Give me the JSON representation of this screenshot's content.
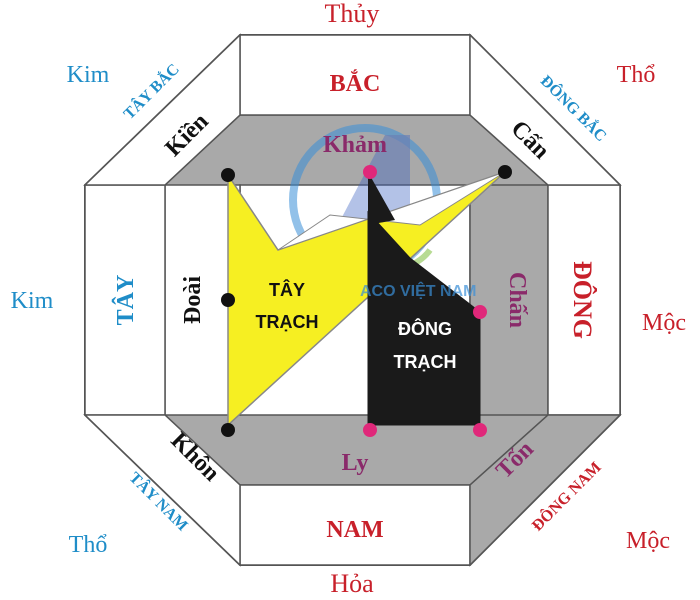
{
  "elements": {
    "fire": "Hỏa",
    "water": "Thủy",
    "metal_west": "Kim",
    "metal_northwest": "Kim",
    "earth_northeast": "Thổ",
    "earth_southwest": "Thổ",
    "wood_east": "Mộc",
    "wood_southeast": "Mộc"
  },
  "directions": {
    "north": "BẮC",
    "south": "NAM",
    "east": "ĐÔNG",
    "west": "TÂY",
    "northwest": "TÂY BẮC",
    "northeast": "ĐÔNG BẮC",
    "southwest": "TÂY NAM",
    "southeast": "ĐÔNG NAM"
  },
  "trigrams": {
    "kham": "Khảm",
    "can": "Cấn",
    "kien": "Kiền",
    "doai": "Đoài",
    "khon": "Khôn",
    "ly": "Ly",
    "ton": "Tốn",
    "chan": "Chấn"
  },
  "groups": {
    "west_line1": "TÂY",
    "west_line2": "TRẠCH",
    "east_line1": "ĐÔNG",
    "east_line2": "TRẠCH"
  },
  "watermark": {
    "text": "ACO VIỆT NAM"
  },
  "colors": {
    "direction_red": "#c8202a",
    "direction_blue": "#1f8dc8",
    "west_group_yellow": "#f6ef22",
    "east_group_black": "#1a1a1a",
    "trigram_purple": "#8a2a6a",
    "gray_band": "#a9a9a9",
    "pink_dot": "#e0287a",
    "black_dot": "#111111"
  }
}
